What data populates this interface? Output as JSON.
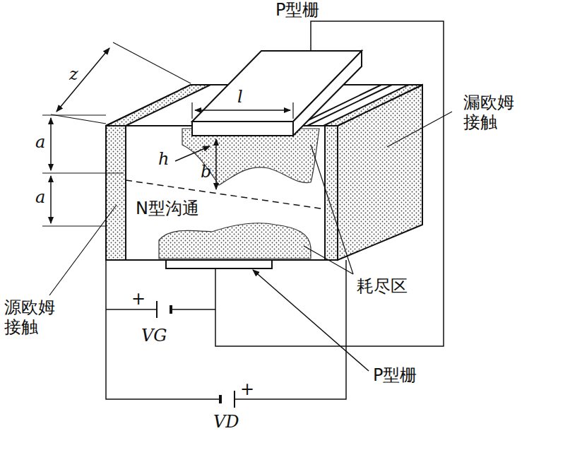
{
  "diagram": {
    "labels": [
      "P型栅",
      "z",
      "l",
      "漏欧姆 接触",
      "a",
      "a",
      "h",
      "b",
      "N型沟通",
      "耗尽区",
      "源欧姆 接触",
      "P型栅",
      "+",
      "VG",
      "+",
      "VD"
    ]
  }
}
